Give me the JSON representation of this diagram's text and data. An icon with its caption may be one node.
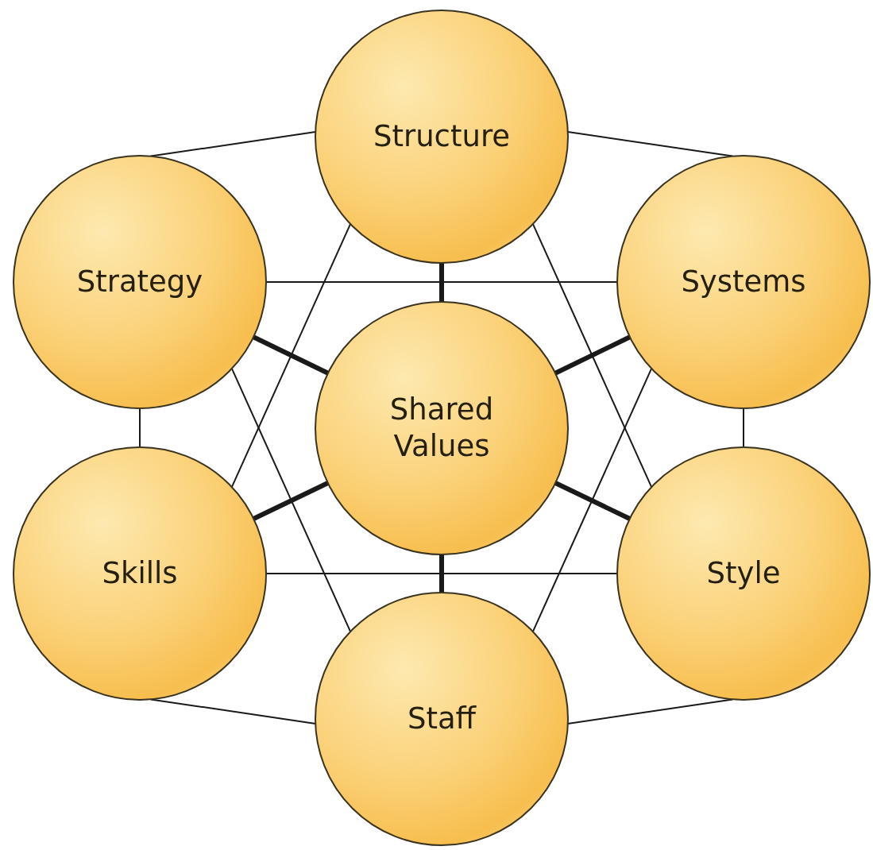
{
  "diagram": {
    "nodes": [
      {
        "text": [
          "Structure"
        ]
      },
      {
        "text": [
          "Strategy"
        ]
      },
      {
        "text": [
          "Systems"
        ]
      },
      {
        "text": [
          "Shared Values"
        ]
      },
      {
        "text": [
          "Skills"
        ]
      },
      {
        "text": [
          "Style"
        ]
      },
      {
        "text": [
          "Staff"
        ]
      }
    ],
    "edges": [
      {
        "from": 1,
        "to": 0,
        "arrow": "none"
      },
      {
        "from": 0,
        "to": 2,
        "arrow": "none"
      },
      {
        "from": 1,
        "to": 2,
        "arrow": "none"
      },
      {
        "from": 1,
        "to": 4,
        "arrow": "none"
      },
      {
        "from": 2,
        "to": 5,
        "arrow": "none"
      },
      {
        "from": 4,
        "to": 5,
        "arrow": "none"
      },
      {
        "from": 4,
        "to": 6,
        "arrow": "none"
      },
      {
        "from": 6,
        "to": 5,
        "arrow": "none"
      },
      {
        "from": 0,
        "to": 4,
        "arrow": "none"
      },
      {
        "from": 0,
        "to": 5,
        "arrow": "none"
      },
      {
        "from": 1,
        "to": 6,
        "arrow": "none"
      },
      {
        "from": 2,
        "to": 6,
        "arrow": "none"
      },
      {
        "from": 0,
        "to": 3,
        "arrow": "none",
        "style": "thick"
      },
      {
        "from": 1,
        "to": 3,
        "arrow": "none",
        "style": "thick"
      },
      {
        "from": 2,
        "to": 3,
        "arrow": "none",
        "style": "thick"
      },
      {
        "from": 4,
        "to": 3,
        "arrow": "none",
        "style": "thick"
      },
      {
        "from": 5,
        "to": 3,
        "arrow": "none",
        "style": "thick"
      },
      {
        "from": 6,
        "to": 3,
        "arrow": "none",
        "style": "thick"
      }
    ]
  }
}
